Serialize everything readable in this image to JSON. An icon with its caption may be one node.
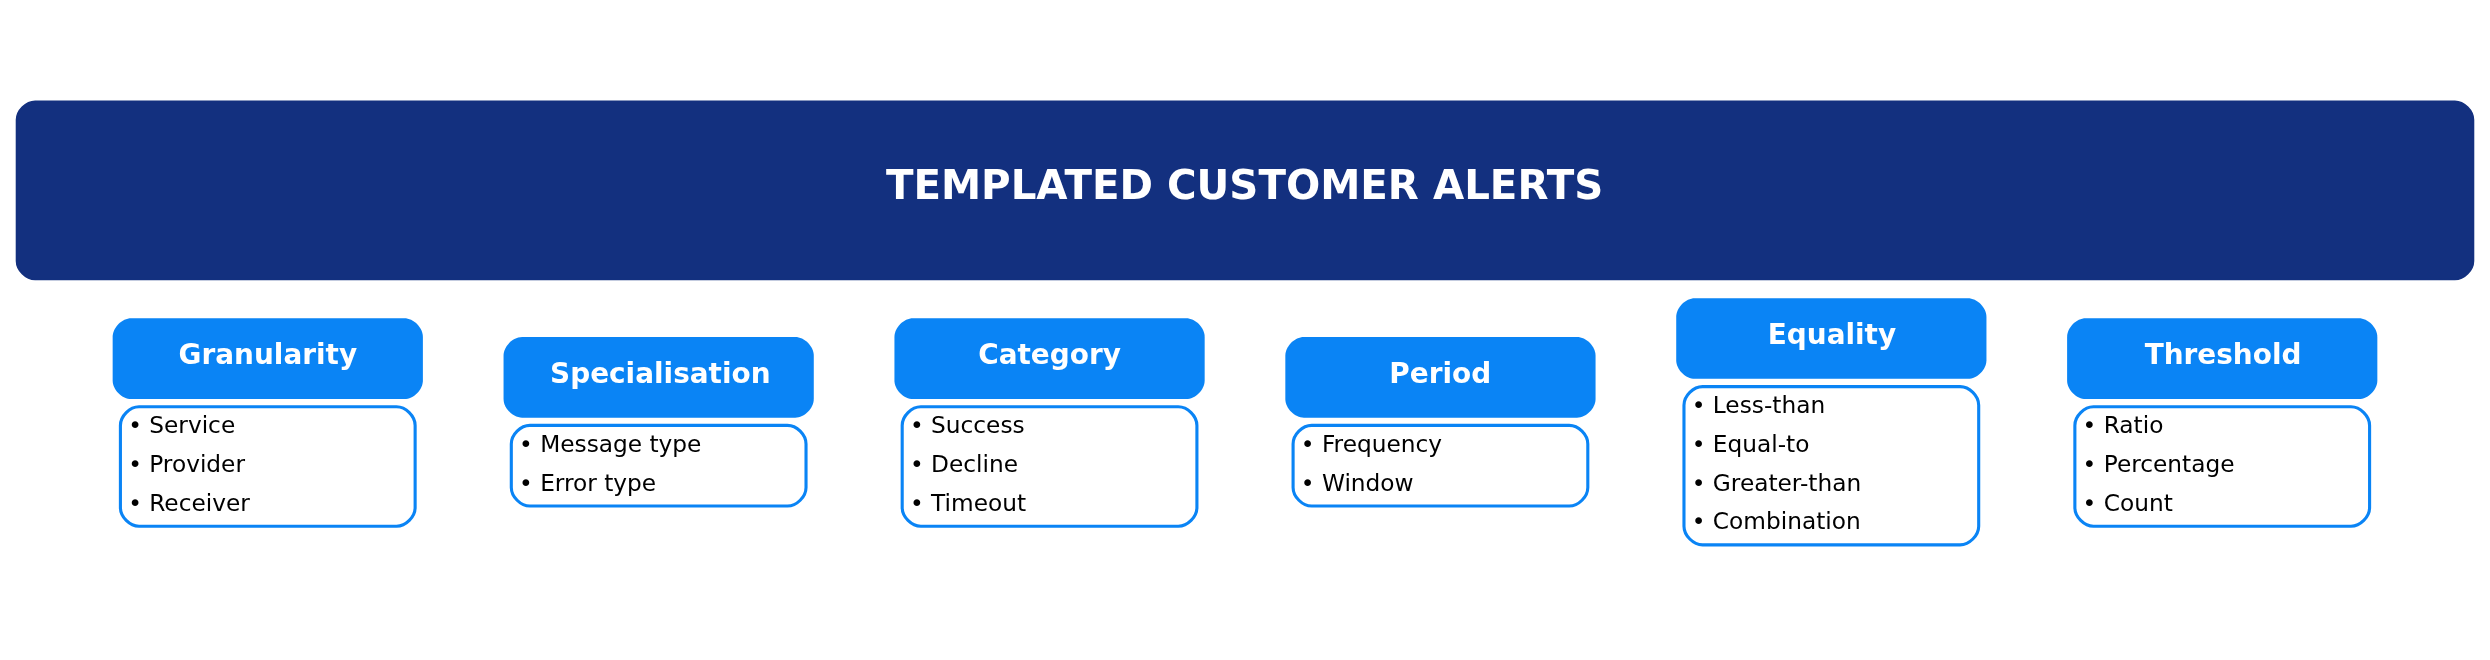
{
  "diagram": {
    "nodes": [
      {
        "text": [
          "TEMPLATED CUSTOMER ALERTS"
        ]
      },
      {
        "text": [
          "Granularity",
          "• Service",
          "• Provider",
          "• Receiver"
        ]
      },
      {
        "text": [
          "Specialisation",
          "• Message type",
          "• Error type"
        ]
      },
      {
        "text": [
          "Category",
          "• Success",
          "• Decline",
          "• Timeout"
        ]
      },
      {
        "text": [
          "Period",
          "• Frequency",
          "• Window"
        ]
      },
      {
        "text": [
          "Equality",
          "• Less-than",
          "• Equal-to",
          "• Greater-than",
          "• Combination"
        ]
      },
      {
        "text": [
          "Threshold",
          "• Ratio",
          "• Percentage",
          "• Count"
        ]
      }
    ]
  }
}
